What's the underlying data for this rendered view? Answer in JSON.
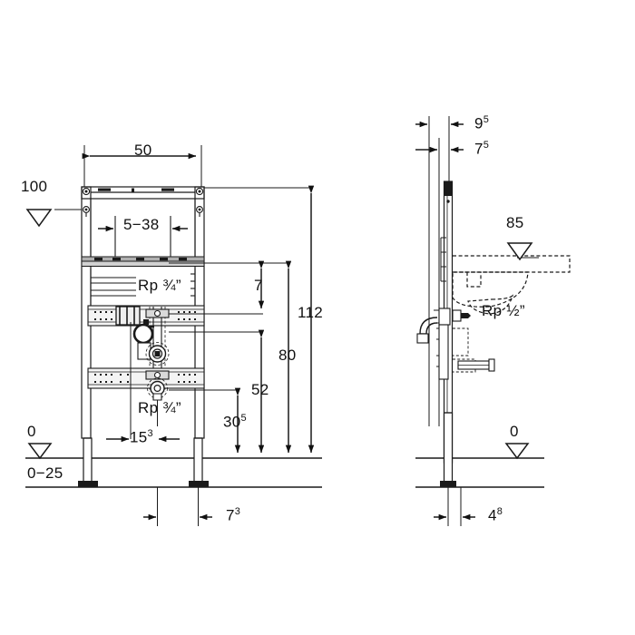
{
  "drawing": {
    "type": "technical-dimension-drawing",
    "subject": "Washbasin installation frame (front view and side view)",
    "units": "cm",
    "line_color": "#1a1a1a",
    "fill_grey": "#b9b9b9",
    "background": "#ffffff"
  },
  "front_view": {
    "dimensions": {
      "width_top": "50",
      "opening_range": "5−38",
      "height_overall": "112",
      "height_80": "80",
      "height_52": "52",
      "height_305": "30",
      "height_305_sup": "5",
      "offset_7": "7",
      "leg_offset": "15",
      "leg_offset_sup": "3",
      "foot_offset": "7",
      "foot_offset_sup": "3"
    },
    "levels": {
      "top_level_value": "100",
      "floor_level_value": "0",
      "floor_tolerance": "0−25"
    },
    "threads": {
      "upper": "Rp ¾”",
      "lower": "Rp ¾”"
    }
  },
  "side_view": {
    "dimensions": {
      "depth_95": "9",
      "depth_95_sup": "5",
      "depth_75": "7",
      "depth_75_sup": "5",
      "foot_48": "4",
      "foot_48_sup": "8"
    },
    "levels": {
      "basin_level_value": "85",
      "floor_level_value": "0"
    },
    "threads": {
      "waste": "Rp ½”"
    },
    "basin": {
      "style": "dashed-outline",
      "name": "washbasin"
    }
  }
}
